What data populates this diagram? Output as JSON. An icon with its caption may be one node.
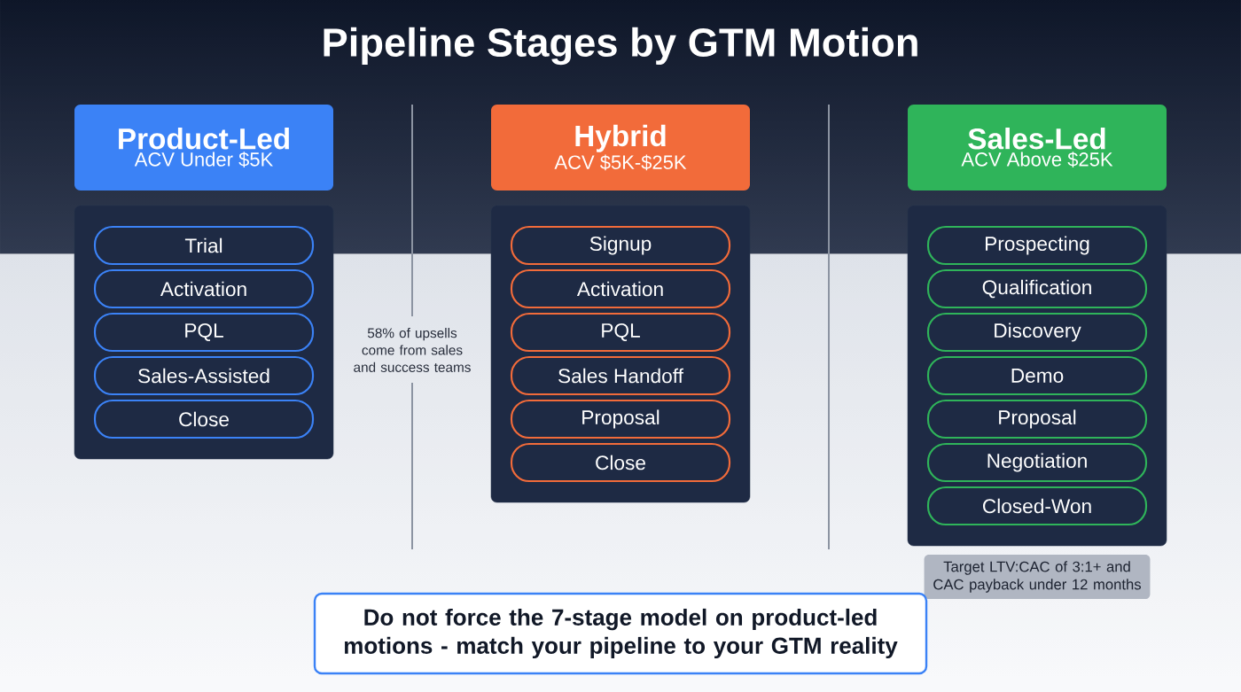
{
  "diagram": {
    "title": "Pipeline Stages by GTM Motion",
    "nodes": [
      {
        "text": [
          "Product-Led",
          "ACV Under $5K"
        ]
      },
      {
        "text": [],
        "shape": "box"
      },
      {
        "text": [
          "Trial"
        ],
        "in": 1
      },
      {
        "text": [
          "Activation"
        ],
        "in": 1
      },
      {
        "text": [
          "PQL"
        ],
        "in": 1
      },
      {
        "text": [
          "Sales-Assisted"
        ],
        "in": 1
      },
      {
        "text": [
          "Close"
        ],
        "in": 1
      },
      {
        "text": [
          "Hybrid",
          "ACV $5K-$25K"
        ]
      },
      {
        "text": [],
        "shape": "box"
      },
      {
        "text": [
          "Signup"
        ],
        "in": 8
      },
      {
        "text": [
          "Activation"
        ],
        "in": 8
      },
      {
        "text": [
          "PQL"
        ],
        "in": 8
      },
      {
        "text": [
          "Sales Handoff"
        ],
        "in": 8
      },
      {
        "text": [
          "Proposal"
        ],
        "in": 8
      },
      {
        "text": [
          "Close"
        ],
        "in": 8
      },
      {
        "text": [
          "Sales-Led",
          "ACV Above $25K"
        ]
      },
      {
        "text": [],
        "shape": "box"
      },
      {
        "text": [
          "Prospecting"
        ],
        "in": 16
      },
      {
        "text": [
          "Qualification"
        ],
        "in": 16
      },
      {
        "text": [
          "Discovery"
        ],
        "in": 16
      },
      {
        "text": [
          "Demo"
        ],
        "in": 16
      },
      {
        "text": [
          "Proposal"
        ],
        "in": 16
      },
      {
        "text": [
          "Negotiation"
        ],
        "in": 16
      },
      {
        "text": [
          "Closed-Won"
        ],
        "in": 16
      },
      {
        "text": [
          "Target LTV:CAC of 3:1+ and CAC payback under 12 months"
        ]
      },
      {
        "text": [
          "Do not force the 7-stage model on product-led motions - match your pipeline to your GTM reality"
        ]
      }
    ],
    "labels": [
      "58% of upsells come from sales and success teams"
    ]
  }
}
